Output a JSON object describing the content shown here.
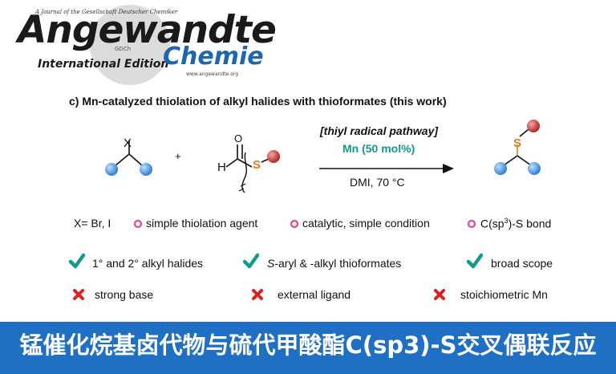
{
  "logo": {
    "journal_line": "A Journal of the Gesellschaft Deutscher Chemiker",
    "title": "Angewandte",
    "gdch": "GDCh",
    "edition": "International Edition",
    "subtitle": "Chemie",
    "url": "www.angewandte.org"
  },
  "scheme": {
    "heading": "c) Mn-catalyzed thiolation of alkyl halides with thioformates (this work)",
    "pathway": "[thiyl radical pathway]",
    "catalyst": "Mn (50 mol%)",
    "conditions": "DMI, 70 °C",
    "plus": "+",
    "atom_x": "X",
    "atom_h": "H",
    "atom_o": "O",
    "atom_s": "S",
    "product_s": "S",
    "colors": {
      "blue": "#3a8ee0",
      "red": "#c93535",
      "orange": "#e07b20",
      "teal": "#139a8c",
      "ring_pink": "#e8458b"
    }
  },
  "features": {
    "x_label": "X= Br, I",
    "bullets": [
      "simple thiolation agent",
      "catalytic, simple condition"
    ],
    "bond_pre": "C(sp",
    "bond_sup": "3",
    "bond_post": ")-S bond"
  },
  "advantages": {
    "item1": "1° and  2° alkyl halides",
    "item2_italic": "S",
    "item2_rest": "-aryl & -alkyl thioformates",
    "item3": "broad scope"
  },
  "avoided": [
    "strong base",
    "external ligand",
    "stoichiometric Mn"
  ],
  "footer": {
    "title": "锰催化烷基卤代物与硫代甲酸酯C(sp3)-S交叉偶联反应"
  }
}
